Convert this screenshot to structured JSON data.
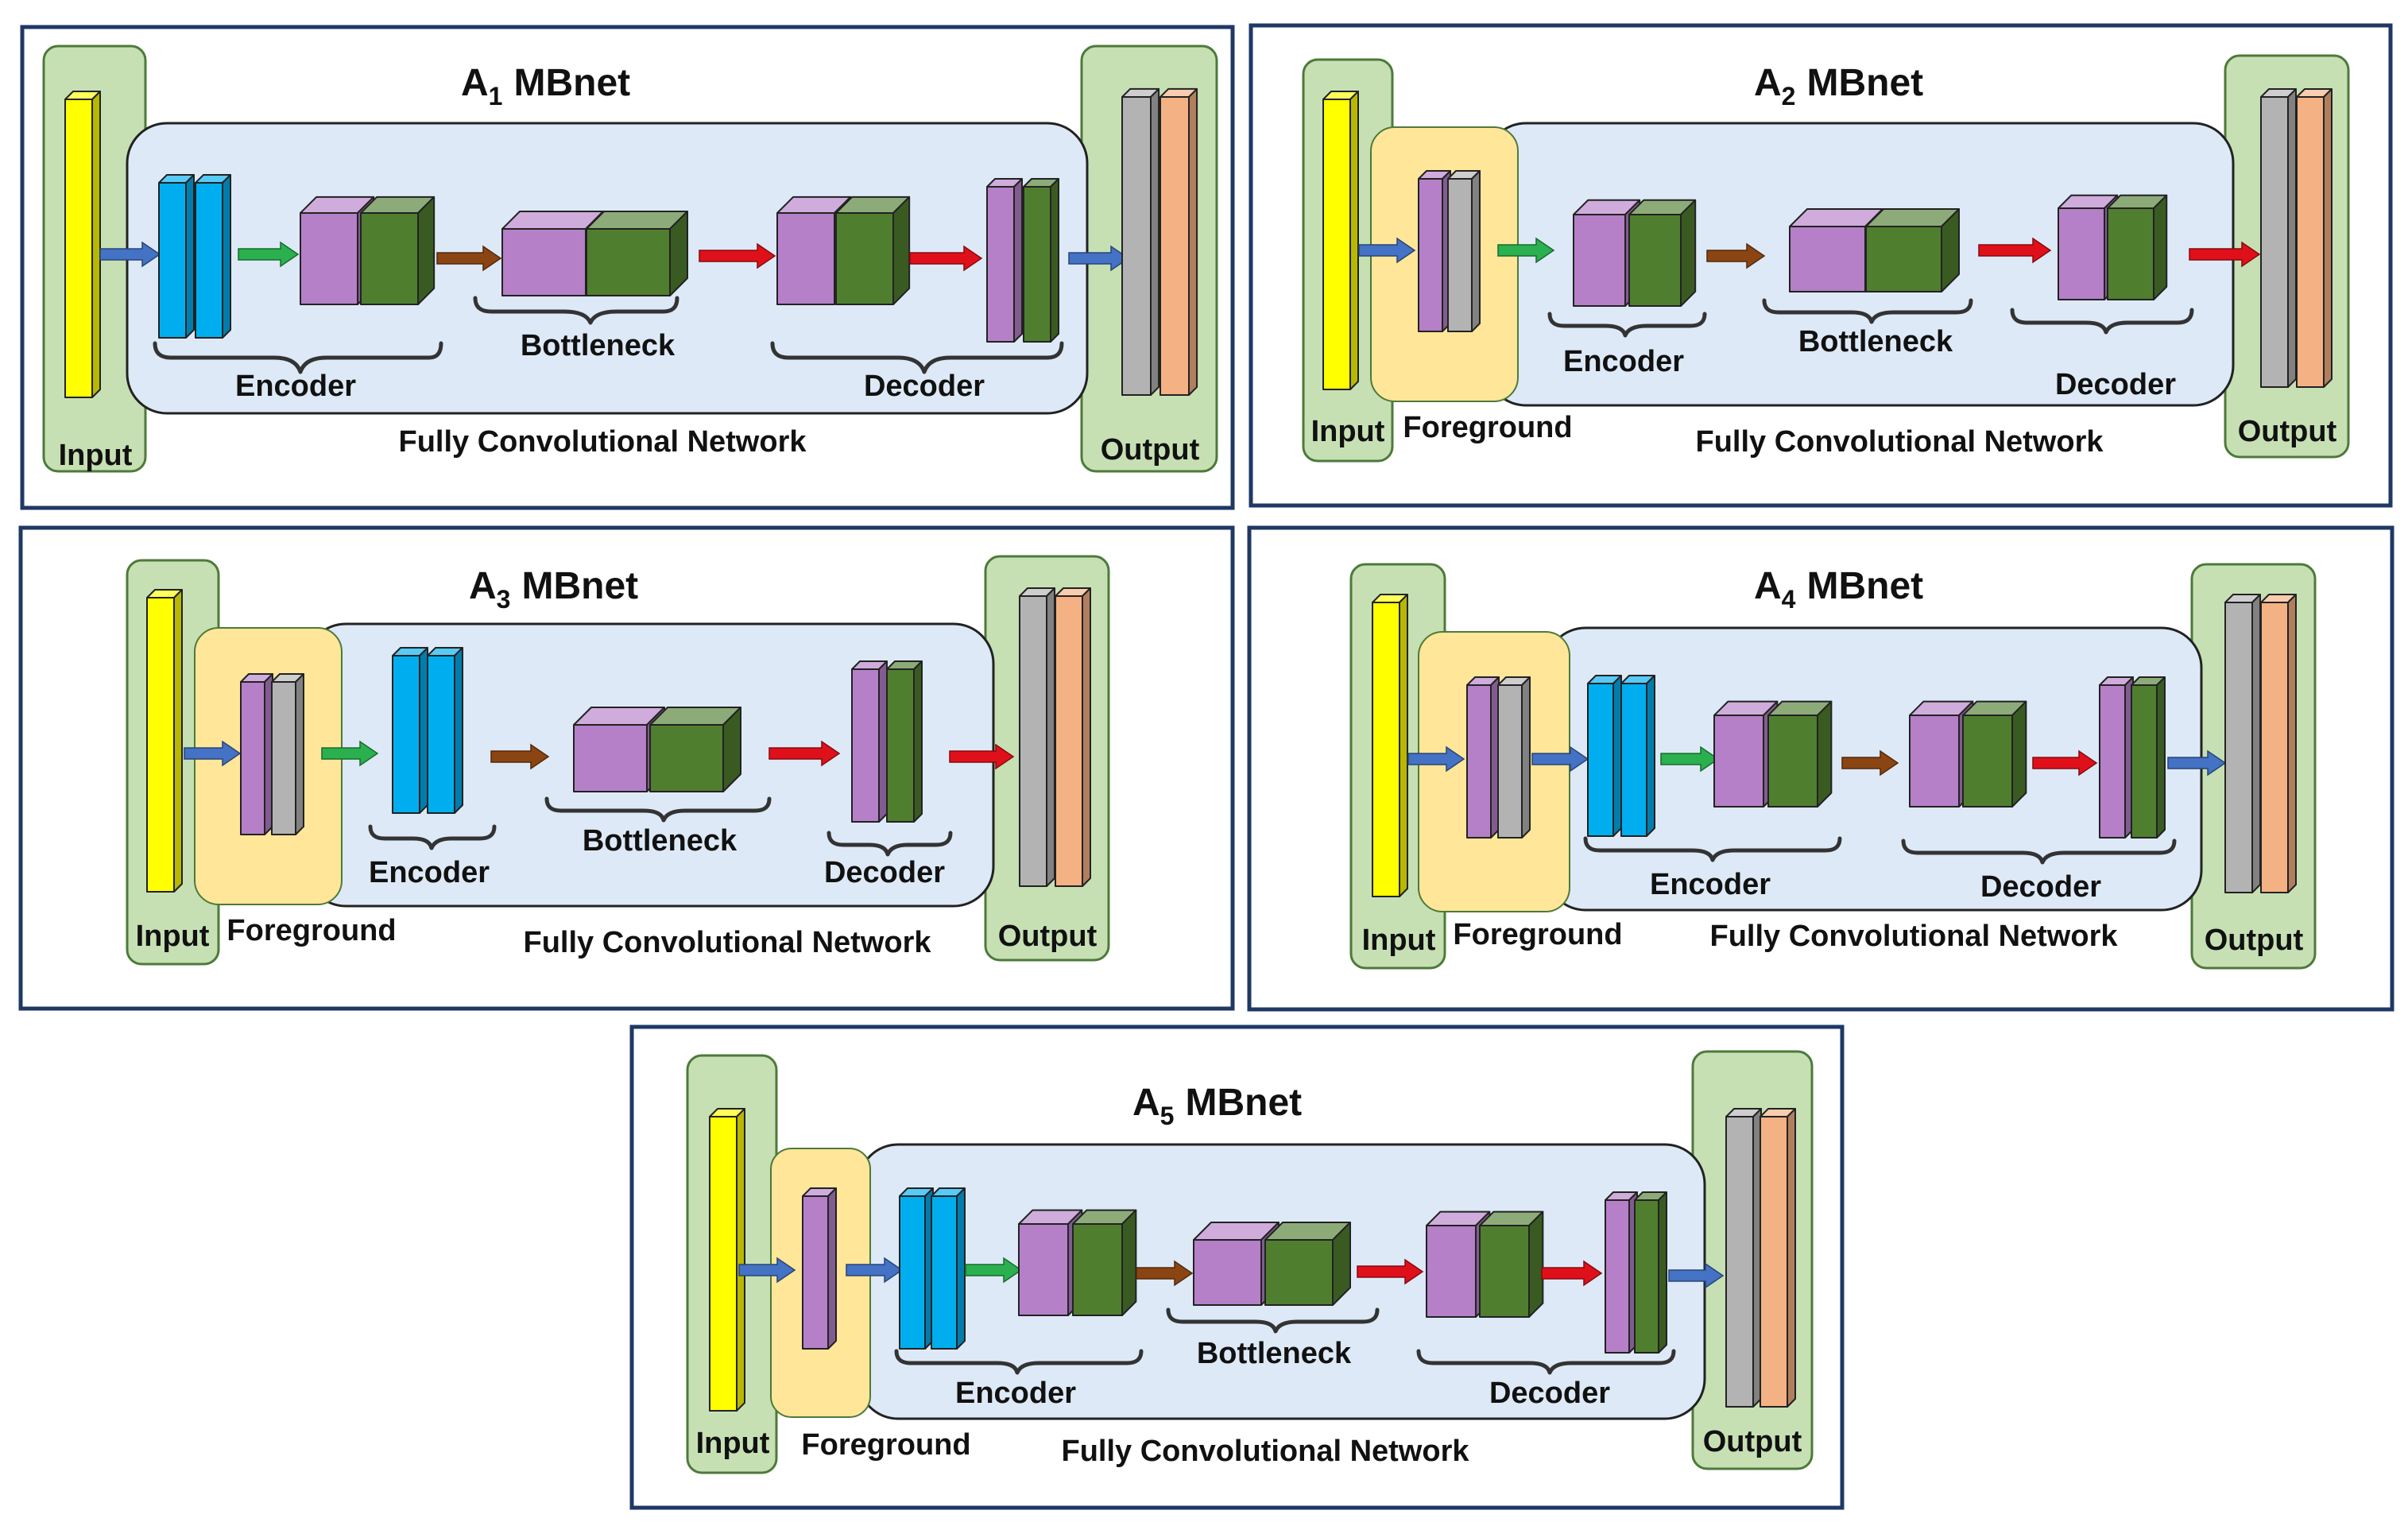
{
  "colors": {
    "panel_border": "#1f3864",
    "input_bg": "#c6e0b4",
    "input_border": "#4d7a3a",
    "fcn_bg": "#dde9f6",
    "fcn_border": "#222222",
    "foreground_bg": "#ffe699",
    "yellow_block": "#ffff00",
    "cyan_block": "#00aeef",
    "purple_block": "#b580c8",
    "green_block": "#4f7e2f",
    "gray_block": "#b3b3b3",
    "orange_block": "#f4b183",
    "arrow_blue": "#4472c4",
    "arrow_green": "#2ab04e",
    "arrow_brown": "#8b4513",
    "arrow_red": "#e0101a"
  },
  "icons": {
    "arrow": "right-arrow-icon",
    "brace": "curly-brace-icon",
    "block": "3d-block-icon"
  },
  "labels": {
    "input": "Input",
    "output": "Output",
    "foreground": "Foreground",
    "encoder": "Encoder",
    "bottleneck": "Bottleneck",
    "decoder": "Decoder",
    "fcn": "Fully Convolutional Network"
  },
  "panels": [
    {
      "id": "a1",
      "title_prefix": "A",
      "title_sub": "1",
      "title_suffix": "MBnet",
      "has_foreground": false,
      "has_encoder": true,
      "has_bottleneck": true,
      "has_decoder": true
    },
    {
      "id": "a2",
      "title_prefix": "A",
      "title_sub": "2",
      "title_suffix": "MBnet",
      "has_foreground": true,
      "has_encoder": true,
      "has_bottleneck": true,
      "has_decoder": true
    },
    {
      "id": "a3",
      "title_prefix": "A",
      "title_sub": "3",
      "title_suffix": "MBnet",
      "has_foreground": true,
      "has_encoder": true,
      "has_bottleneck": true,
      "has_decoder": true
    },
    {
      "id": "a4",
      "title_prefix": "A",
      "title_sub": "4",
      "title_suffix": "MBnet",
      "has_foreground": true,
      "has_encoder": true,
      "has_bottleneck": false,
      "has_decoder": true
    },
    {
      "id": "a5",
      "title_prefix": "A",
      "title_sub": "5",
      "title_suffix": "MBnet",
      "has_foreground": true,
      "has_encoder": true,
      "has_bottleneck": true,
      "has_decoder": true
    }
  ]
}
